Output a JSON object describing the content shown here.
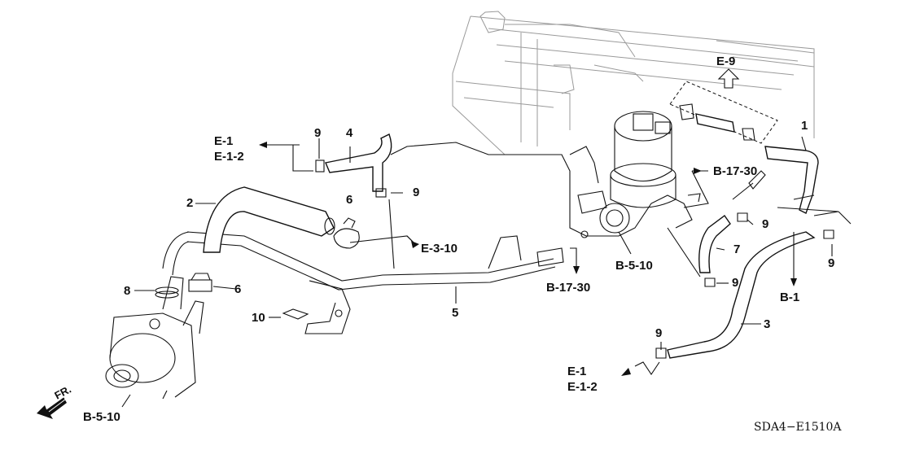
{
  "diagram": {
    "part_numbers": {
      "p1": "1",
      "p2": "2",
      "p3": "3",
      "p4": "4",
      "p5": "5",
      "p6a": "6",
      "p6b": "6",
      "p7": "7",
      "p8": "8",
      "p9a": "9",
      "p9b": "9",
      "p9c": "9",
      "p9d": "9",
      "p9e": "9",
      "p9f": "9",
      "p10": "10"
    },
    "references": {
      "e9": "E-9",
      "e1_top": "E-1",
      "e12_top": "E-1-2",
      "e310": "E-3-10",
      "b1730_top": "B-17-30",
      "b1730_mid": "B-17-30",
      "b510_mid": "B-5-10",
      "b510_bottom": "B-5-10",
      "b1": "B-1",
      "e1_bottom": "E-1",
      "e12_bottom": "E-1-2"
    },
    "front_label": "FR.",
    "diagram_code": "SDA4−E1510A"
  }
}
